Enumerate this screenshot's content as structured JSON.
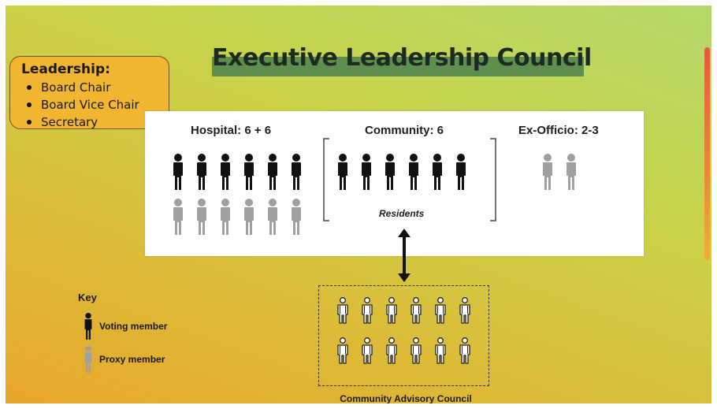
{
  "title": "Executive Leadership Council",
  "leadership": {
    "heading": "Leadership:",
    "items": [
      "Board Chair",
      "Board Vice Chair",
      "Secretary"
    ]
  },
  "groups": [
    {
      "label": "Hospital: 6 + 6",
      "voting": 6,
      "proxy": 6
    },
    {
      "label": "Community: 6",
      "voting": 6,
      "proxy": 0,
      "sublabel": "Residents"
    },
    {
      "label": "Ex-Officio: 2-3",
      "voting": 0,
      "proxy": 2
    }
  ],
  "advisory": {
    "label": "Community Advisory Council",
    "count": 12
  },
  "key": {
    "title": "Key",
    "voting_label": "Voting member",
    "proxy_label": "Proxy member"
  },
  "colors": {
    "voting": "#111111",
    "proxy": "#a0a0a0",
    "advisory_fill": "#ffffff",
    "title_band": "#5f8f4e"
  },
  "icons": {
    "person": "person-icon",
    "arrow": "double-arrow-icon"
  }
}
